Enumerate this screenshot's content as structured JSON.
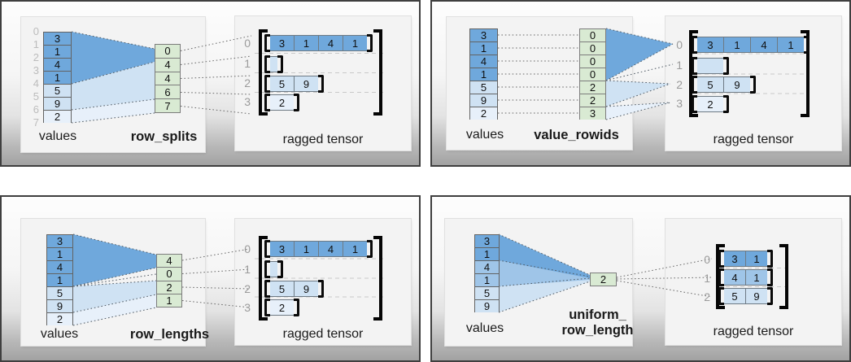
{
  "colors": {
    "dark": "#6fa8dc",
    "medium": "#9fc5e8",
    "light": "#cfe2f3",
    "pale": "#e7f0fa",
    "green": "#d9ead3"
  },
  "panels": [
    {
      "title": "row_splits",
      "values_label": "values",
      "tensor_label": "ragged tensor",
      "values": [
        "3",
        "1",
        "4",
        "1",
        "5",
        "9",
        "2"
      ],
      "value_index_labels": [
        "0",
        "1",
        "2",
        "3",
        "4",
        "5",
        "6",
        "7"
      ],
      "partition": [
        "0",
        "4",
        "4",
        "6",
        "7"
      ],
      "row_labels": [
        "0",
        "1",
        "2",
        "3"
      ],
      "rows": [
        [
          "3",
          "1",
          "4",
          "1"
        ],
        [],
        [
          "5",
          "9"
        ],
        [
          "2"
        ]
      ]
    },
    {
      "title": "value_rowids",
      "values_label": "values",
      "tensor_label": "ragged tensor",
      "values": [
        "3",
        "1",
        "4",
        "1",
        "5",
        "9",
        "2"
      ],
      "partition": [
        "0",
        "0",
        "0",
        "0",
        "2",
        "2",
        "3"
      ],
      "row_labels": [
        "0",
        "1",
        "2",
        "3"
      ],
      "rows": [
        [
          "3",
          "1",
          "4",
          "1"
        ],
        [],
        [
          "5",
          "9"
        ],
        [
          "2"
        ]
      ]
    },
    {
      "title": "row_lengths",
      "values_label": "values",
      "tensor_label": "ragged tensor",
      "values": [
        "3",
        "1",
        "4",
        "1",
        "5",
        "9",
        "2"
      ],
      "partition": [
        "4",
        "0",
        "2",
        "1"
      ],
      "row_labels": [
        "0",
        "1",
        "2",
        "3"
      ],
      "rows": [
        [
          "3",
          "1",
          "4",
          "1"
        ],
        [],
        [
          "5",
          "9"
        ],
        [
          "2"
        ]
      ]
    },
    {
      "title_lines": [
        "uniform_",
        "row_length"
      ],
      "values_label": "values",
      "tensor_label": "ragged tensor",
      "values": [
        "3",
        "1",
        "4",
        "1",
        "5",
        "9"
      ],
      "partition": [
        "2"
      ],
      "row_labels": [
        "0",
        "1",
        "2"
      ],
      "rows": [
        [
          "3",
          "1"
        ],
        [
          "4",
          "1"
        ],
        [
          "5",
          "9"
        ]
      ]
    }
  ]
}
